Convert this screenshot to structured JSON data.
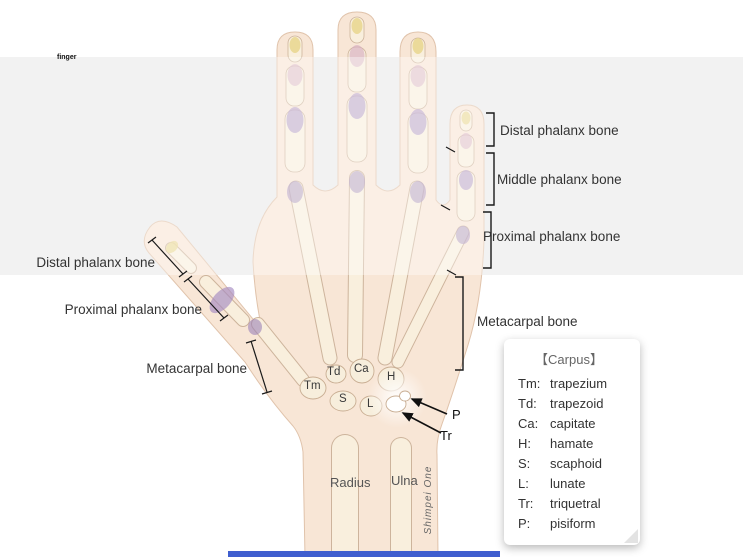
{
  "colors": {
    "skin": "#f8e6d6",
    "bone": "#f9efdd",
    "bone_outline": "#cdb49c",
    "purple_joint": "#a48bc2",
    "pink_joint": "#d3a9c0",
    "yellow_tip": "#e7d48a",
    "gray_band": "#eaeaea",
    "bottom_bar": "#3f5ecf",
    "label_text": "#333333"
  },
  "notes": {
    "finger": "finger",
    "signature": "Shimpei One"
  },
  "labels": {
    "right": [
      {
        "text": "Distal phalanx bone"
      },
      {
        "text": "Middle phalanx bone"
      },
      {
        "text": "Proximal phalanx bone"
      },
      {
        "text": "Metacarpal bone"
      }
    ],
    "left": [
      {
        "text": "Distal phalanx bone"
      },
      {
        "text": "Proximal phalanx bone"
      },
      {
        "text": "Metacarpal bone"
      }
    ],
    "forearm": {
      "radius": "Radius",
      "ulna": "Ulna"
    }
  },
  "carpal_marks": {
    "tm": "Tm",
    "td": "Td",
    "ca": "Ca",
    "h": "H",
    "s": "S",
    "l": "L",
    "p": "P",
    "tr": "Tr"
  },
  "legend": {
    "title": "【Carpus】",
    "items": [
      {
        "abbr": "Tm:",
        "name": "trapezium"
      },
      {
        "abbr": "Td:",
        "name": "trapezoid"
      },
      {
        "abbr": "Ca:",
        "name": "capitate"
      },
      {
        "abbr": "H:",
        "name": "hamate"
      },
      {
        "abbr": "S:",
        "name": "scaphoid"
      },
      {
        "abbr": "L:",
        "name": "lunate"
      },
      {
        "abbr": "Tr:",
        "name": "triquetral"
      },
      {
        "abbr": "P:",
        "name": "pisiform"
      }
    ]
  }
}
